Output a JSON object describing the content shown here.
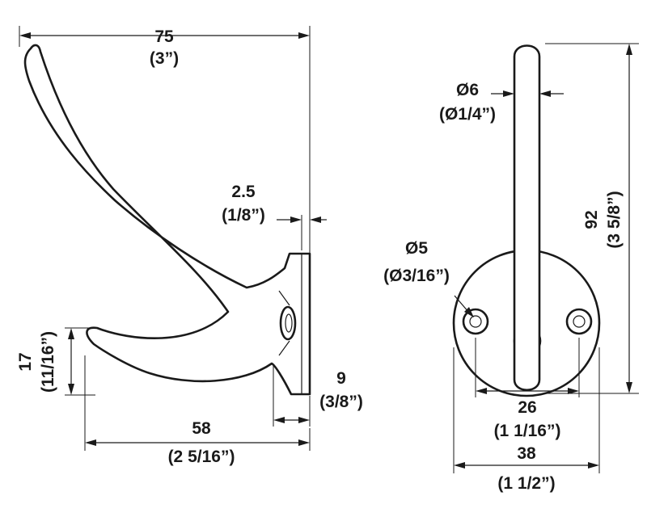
{
  "dimensions": {
    "overall_width": {
      "mm": "75",
      "inch": "(3”)"
    },
    "plate_thickness": {
      "mm": "2.5",
      "inch": "(1/8”)"
    },
    "lower_hook_height": {
      "mm": "17",
      "inch": "(11/16”)"
    },
    "lower_hook_projection": {
      "mm": "58",
      "inch": "(2 5/16”)"
    },
    "plate_depth": {
      "mm": "9",
      "inch": "(3/8”)"
    },
    "rod_diameter": {
      "mm": "Ø6",
      "inch": "(Ø1/4”)"
    },
    "screw_hole_diameter": {
      "mm": "Ø5",
      "inch": "(Ø3/16”)"
    },
    "overall_height": {
      "mm": "92",
      "inch": "(3 5/8”)"
    },
    "hole_spacing": {
      "mm": "26",
      "inch": "(1 1/16”)"
    },
    "plate_diameter": {
      "mm": "38",
      "inch": "(1 1/2”)"
    }
  }
}
